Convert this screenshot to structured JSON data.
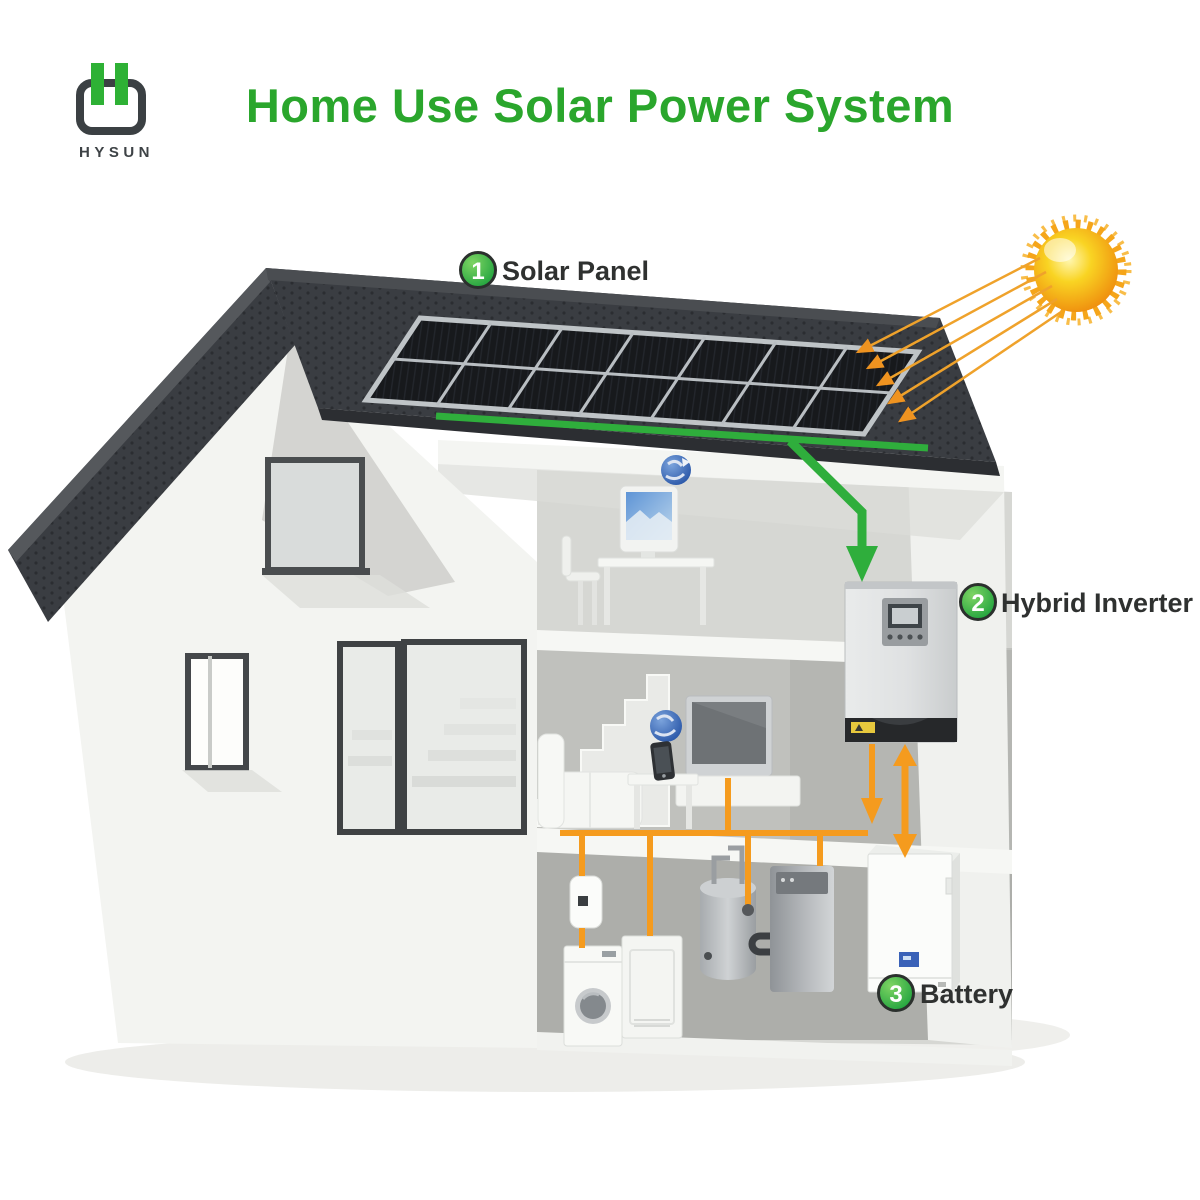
{
  "brand": {
    "logo_text": "HYSUN"
  },
  "header": {
    "title": "Home Use Solar Power System",
    "title_color": "#2aa62c"
  },
  "callouts": [
    {
      "number": "1",
      "label": "Solar Panel"
    },
    {
      "number": "2",
      "label": "Hybrid Inverter"
    },
    {
      "number": "3",
      "label": "Battery"
    }
  ],
  "colors": {
    "brand_green": "#2eb135",
    "energy_flow_green": "#2fae3c",
    "power_line_orange": "#f59b1e",
    "roof_dark": "#3a3d42",
    "solar_cell_dark": "#17191c",
    "sun_yellow": "#f9c912",
    "sun_orange": "#ef8e0e",
    "wall_white": "#f3f4f1",
    "label_text_dark": "#2f3130"
  }
}
